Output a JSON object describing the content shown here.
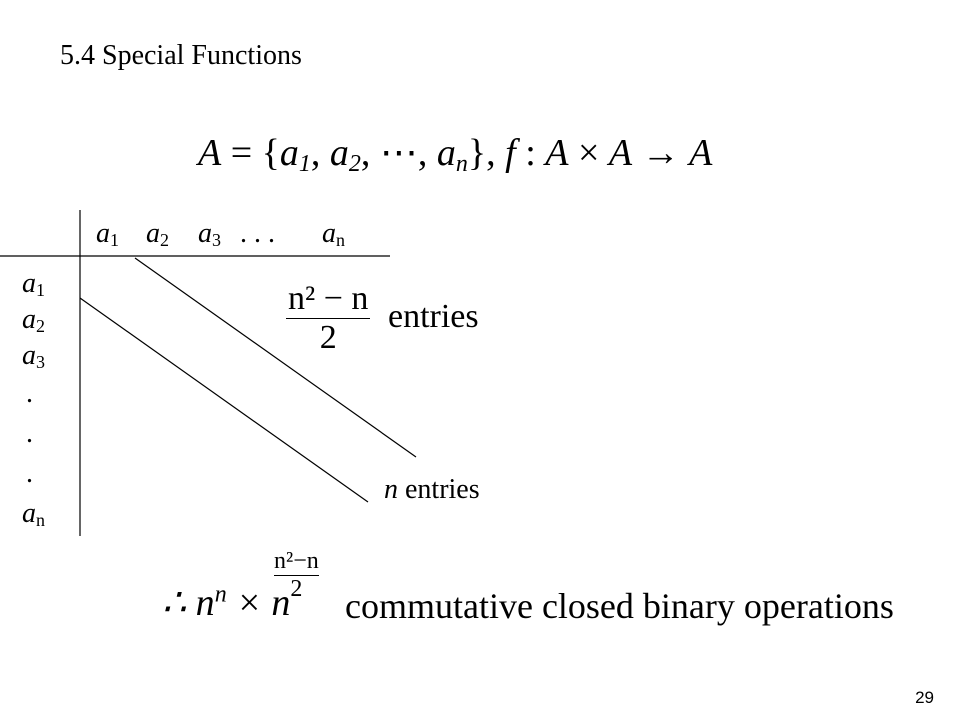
{
  "slide": {
    "title": "5.4 Special Functions",
    "page_number": "29"
  },
  "formula_top": {
    "A": "A",
    "eq": " = {",
    "a": "a",
    "s1": "1",
    "comma1": ", ",
    "s2": "2",
    "comma2": ", ",
    "cdots": "⋯",
    "comma3": ", ",
    "sn": "n",
    "close": "}, ",
    "f": "f",
    "colon": " : ",
    "A2": "A",
    "times": " × ",
    "A3": "A",
    "arrow": " → ",
    "A4": "A"
  },
  "table": {
    "column_headers": [
      {
        "var": "a",
        "sub": "1"
      },
      {
        "var": "a",
        "sub": "2"
      },
      {
        "var": "a",
        "sub": "3"
      },
      {
        "dots": ". . ."
      },
      {
        "var": "a",
        "sub": "n"
      }
    ],
    "row_headers": [
      {
        "var": "a",
        "sub": "1"
      },
      {
        "var": "a",
        "sub": "2"
      },
      {
        "var": "a",
        "sub": "3"
      },
      {
        "dots": "."
      },
      {
        "dots": "."
      },
      {
        "dots": "."
      },
      {
        "var": "a",
        "sub": "n"
      }
    ]
  },
  "upper_label": {
    "numerator": "n² − n",
    "denominator": "2",
    "word": "entries"
  },
  "diagonal_label": {
    "n": "n",
    "word": " entries"
  },
  "bottom_formula": {
    "therefore": "∴ n",
    "exp_n": "n",
    "times": " × n",
    "exp_num": "n²−n",
    "exp_den": "2",
    "text": "commutative closed binary operations"
  }
}
